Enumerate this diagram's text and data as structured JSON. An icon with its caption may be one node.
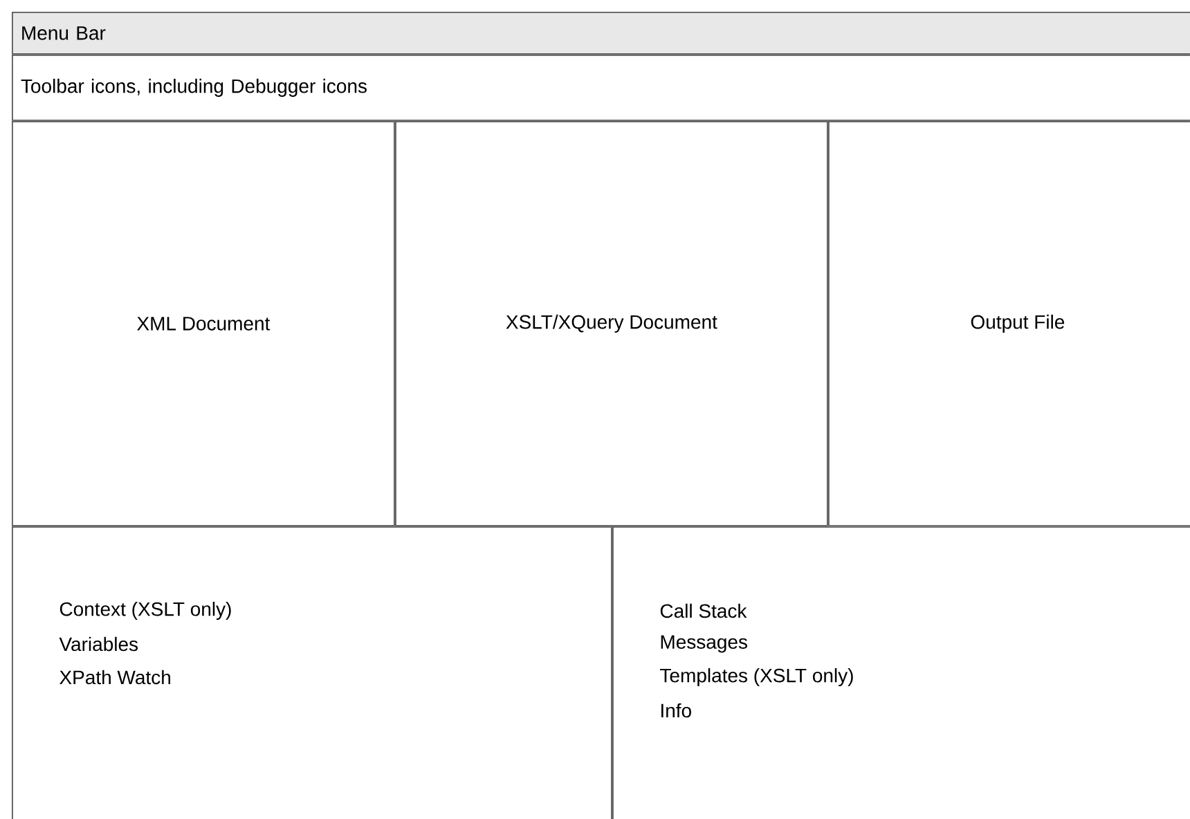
{
  "diagram": {
    "nodes": [
      {
        "text": [
          "Menu Bar"
        ]
      },
      {
        "text": [
          "Toolbar icons, including Debugger icons"
        ]
      },
      {
        "text": [
          "XML Document"
        ]
      },
      {
        "text": [
          "XSLT/XQuery Document"
        ]
      },
      {
        "text": [
          "Output File"
        ]
      },
      {
        "text": [
          "Context (XSLT only)",
          "Variables",
          "XPath Watch"
        ]
      },
      {
        "text": [
          "Call Stack",
          "Messages",
          "Templates (XSLT only)",
          "Info"
        ]
      }
    ]
  }
}
